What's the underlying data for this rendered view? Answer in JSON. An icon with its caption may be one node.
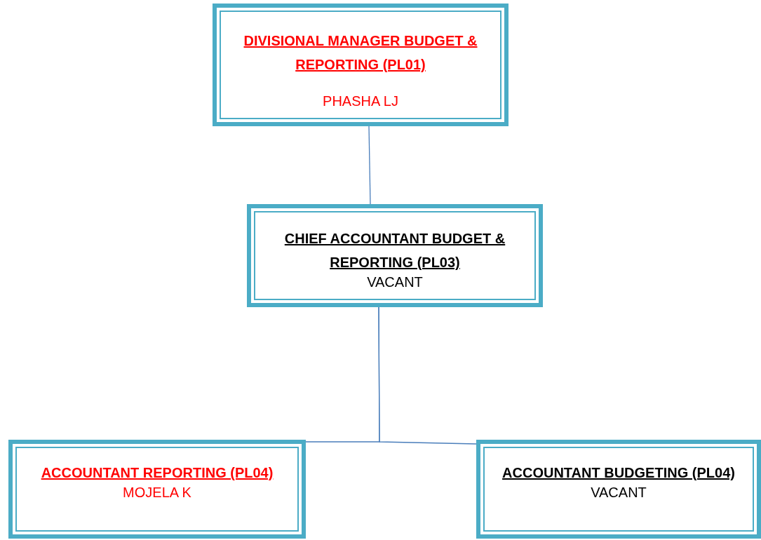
{
  "diagram": {
    "nodes": [
      {
        "text": [
          "DIVISIONAL MANAGER BUDGET & REPORTING (PL01)",
          "PHASHA LJ"
        ]
      },
      {
        "text": [
          "CHIEF ACCOUNTANT BUDGET & REPORTING (PL03)",
          "VACANT"
        ]
      },
      {
        "text": [
          "ACCOUNTANT REPORTING (PL04)",
          "MOJELA K"
        ]
      },
      {
        "text": [
          "ACCOUNTANT BUDGETING (PL04)",
          "VACANT"
        ]
      }
    ],
    "edges": [
      {
        "from": 0,
        "to": 1,
        "arrow": "none"
      },
      {
        "from": 1,
        "to": 2,
        "arrow": "none"
      },
      {
        "from": 1,
        "to": 3,
        "arrow": "none"
      }
    ]
  }
}
